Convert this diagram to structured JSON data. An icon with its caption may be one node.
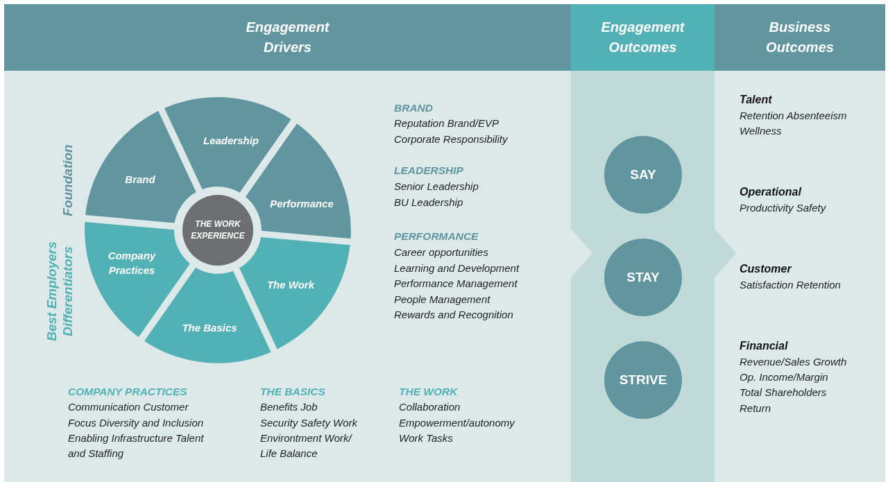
{
  "diagram": {
    "nodes": [
      {
        "text": [
          "Engagement Drivers"
        ]
      },
      {
        "text": [
          "Engagement Outcomes"
        ]
      },
      {
        "text": [
          "Business Outcomes"
        ]
      },
      {
        "text": [
          "Leadership"
        ],
        "in": 0
      },
      {
        "text": [
          "Brand"
        ],
        "in": 0
      },
      {
        "text": [
          "Performance"
        ],
        "in": 0
      },
      {
        "text": [
          "THE WORK EXPERIENCE"
        ],
        "in": 0
      },
      {
        "text": [
          "Company Practices"
        ],
        "in": 0
      },
      {
        "text": [
          "The Work"
        ],
        "in": 0
      },
      {
        "text": [
          "The Basics"
        ],
        "in": 0
      },
      {
        "text": [
          "SAY"
        ],
        "in": 1
      },
      {
        "text": [
          "STAY"
        ],
        "in": 1
      },
      {
        "text": [
          "STRIVE"
        ],
        "in": 1
      }
    ],
    "edges": [
      {
        "from": 0,
        "to": 1,
        "arrow": "to"
      },
      {
        "from": 1,
        "to": 2,
        "arrow": "to"
      }
    ],
    "labels": [
      "Foundation",
      "Best Employers Differentiators",
      "BRAND",
      "Reputation Brand/EVP",
      "Corporate Responsibility",
      "LEADERSHIP",
      "Senior Leadership",
      "BU Leadership",
      "PERFORMANCE",
      "Career opportunities",
      "Learning and Development",
      "Performance Management",
      "People Management",
      "Rewards and Recognition",
      "COMPANY PRACTICES",
      "Communication Customer",
      "Focus Diversity and Inclusion",
      "Enabling Infrastructure Talent",
      "and Staffing",
      "THE BASICS",
      "Benefits Job",
      "Security Safety Work",
      "Environtment Work/",
      "Life Balance",
      "THE WORK",
      "Collaboration",
      "Empowerment/autonomy",
      "Work Tasks",
      "Talent",
      "Retention Absenteeism",
      "Wellness",
      "Operational",
      "Productivity Safety",
      "Customer",
      "Satisfaction Retention",
      "Financial",
      "Revenue/Sales Growth",
      "Op. Income/Margin",
      "Total Shareholders",
      "Return"
    ]
  }
}
